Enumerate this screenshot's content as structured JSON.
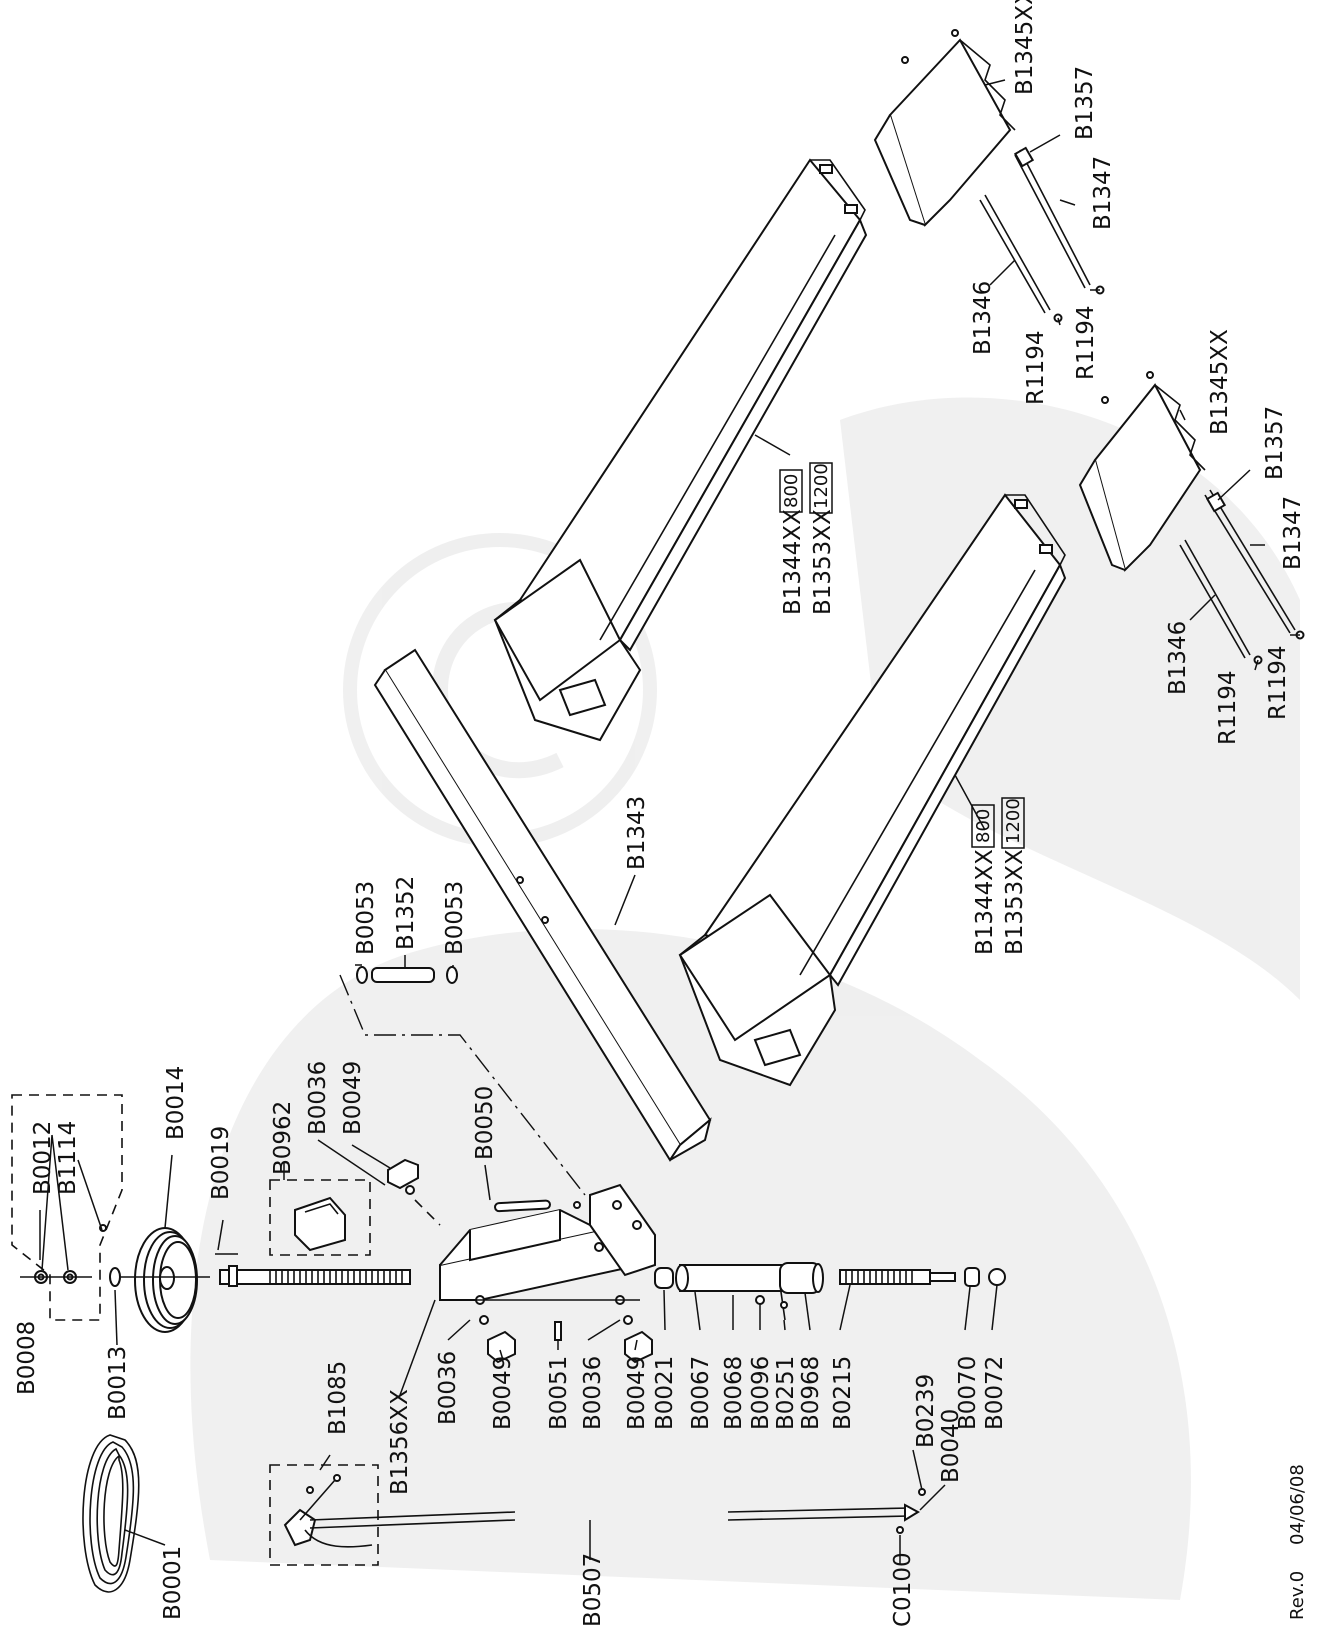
{
  "diagram": {
    "labels": {
      "B0008": "B0008",
      "B0012": "B0012",
      "B1114": "B1114",
      "B0013": "B0013",
      "B0014": "B0014",
      "B0019": "B0019",
      "B0962": "B0962",
      "B0036_top": "B0036",
      "B0049_top": "B0049",
      "B0050": "B0050",
      "B0053_a": "B0053",
      "B1352": "B1352",
      "B0053_b": "B0053",
      "B1343": "B1343",
      "B1344XX_a": "B1344XX",
      "B1353XX_a": "B1353XX",
      "B1344XX_b": "B1344XX",
      "B1353XX_b": "B1353XX",
      "B1345XX_a": "B1345XX",
      "B1357_a": "B1357",
      "B1347_a": "B1347",
      "B1346_a": "B1346",
      "R1194_a1": "R1194",
      "R1194_a2": "R1194",
      "B1345XX_b": "B1345XX",
      "B1357_b": "B1357",
      "B1347_b": "B1347",
      "B1346_b": "B1346",
      "R1194_b1": "R1194",
      "R1194_b2": "R1194",
      "B1085": "B1085",
      "B1356XX": "B1356XX",
      "B0036_a": "B0036",
      "B0049_a": "B0049",
      "B0051": "B0051",
      "B0036_b": "B0036",
      "B0049_b": "B0049",
      "B0021": "B0021",
      "B0067": "B0067",
      "B0068": "B0068",
      "B0096": "B0096",
      "B0251": "B0251",
      "B0968": "B0968",
      "B0215": "B0215",
      "B0070": "B0070",
      "B0072": "B0072",
      "B0239": "B0239",
      "B0040": "B0040",
      "B0001": "B0001",
      "B0507": "B0507",
      "C0100": "C0100"
    },
    "size_boxes": {
      "len_800_a": "800",
      "len_1200_a": "1200",
      "len_800_b": "800",
      "len_1200_b": "1200"
    },
    "revision": "Rev.0",
    "date": "04/06/08"
  }
}
